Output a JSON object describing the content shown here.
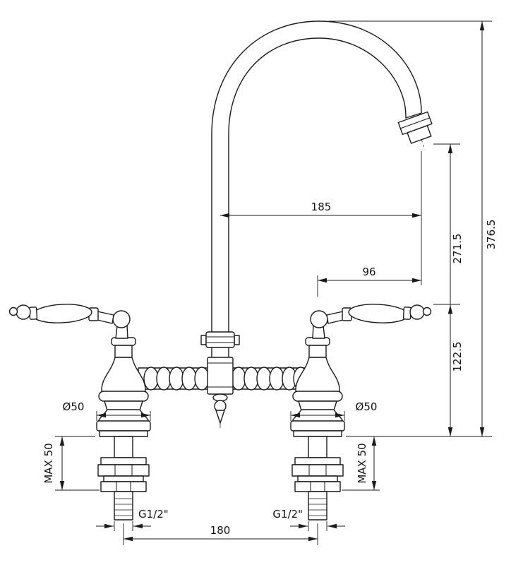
{
  "page": {
    "background": "#ffffff",
    "line_color": "#1a1a1a"
  },
  "drawing": {
    "subject": "Two-handle bridge faucet with gooseneck spout - dimensional technical drawing",
    "dimensions": {
      "spout_reach": "185",
      "valve_to_outlet": "96",
      "outlet_height": "271.5",
      "overall_height": "376.5",
      "handle_height": "122.5",
      "base_diameter_left": "Ø50",
      "base_diameter_right": "Ø50",
      "max_deck_thickness_left": "MAX 50",
      "max_deck_thickness_right": "MAX 50",
      "inlet_thread_left": "G1/2\"",
      "inlet_thread_right": "G1/2\"",
      "tap_hole_centres": "180"
    }
  }
}
